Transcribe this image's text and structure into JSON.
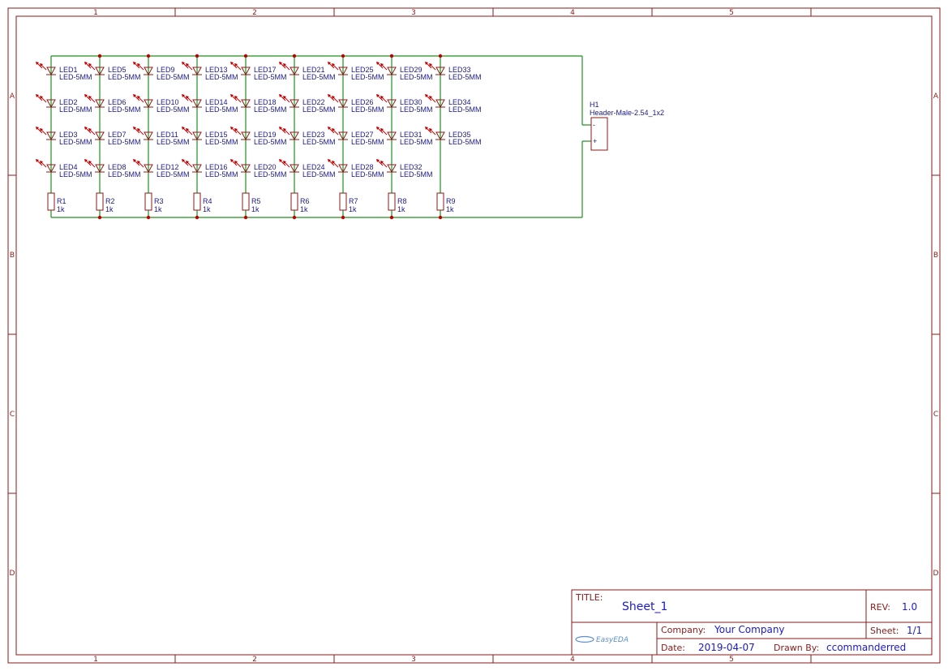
{
  "frame": {
    "columns": [
      "1",
      "2",
      "3",
      "4",
      "5"
    ],
    "rows": [
      "A",
      "B",
      "C",
      "D"
    ]
  },
  "led_columns": [
    [
      "LED1",
      "LED2",
      "LED3",
      "LED4"
    ],
    [
      "LED5",
      "LED6",
      "LED7",
      "LED8"
    ],
    [
      "LED9",
      "LED10",
      "LED11",
      "LED12"
    ],
    [
      "LED13",
      "LED14",
      "LED15",
      "LED16"
    ],
    [
      "LED17",
      "LED18",
      "LED19",
      "LED20"
    ],
    [
      "LED21",
      "LED22",
      "LED23",
      "LED24"
    ],
    [
      "LED25",
      "LED26",
      "LED27",
      "LED28"
    ],
    [
      "LED29",
      "LED30",
      "LED31",
      "LED32"
    ],
    [
      "LED33",
      "LED34",
      "LED35"
    ]
  ],
  "led_value": "LED-5MM",
  "resistors": [
    "R1",
    "R2",
    "R3",
    "R4",
    "R5",
    "R6",
    "R7",
    "R8",
    "R9"
  ],
  "resistor_value": "1k",
  "header": {
    "designator": "H1",
    "value": "Header-Male-2.54_1x2",
    "pin_minus": "-",
    "pin_plus": "+"
  },
  "title_block": {
    "title_label": "TITLE:",
    "title": "Sheet_1",
    "rev_label": "REV:",
    "rev": "1.0",
    "company_label": "Company:",
    "company": "Your Company",
    "sheet_label": "Sheet:",
    "sheet": "1/1",
    "date_label": "Date:",
    "date": "2019-04-07",
    "drawn_label": "Drawn By:",
    "drawn_by": "ccommanderred",
    "logo": "EasyEDA"
  },
  "colors": {
    "frame": "#8b1a1a",
    "wire": "#1f8f1f",
    "component": "#8b1a1a",
    "junction": "#c00000",
    "text": "#1a1a8a"
  }
}
